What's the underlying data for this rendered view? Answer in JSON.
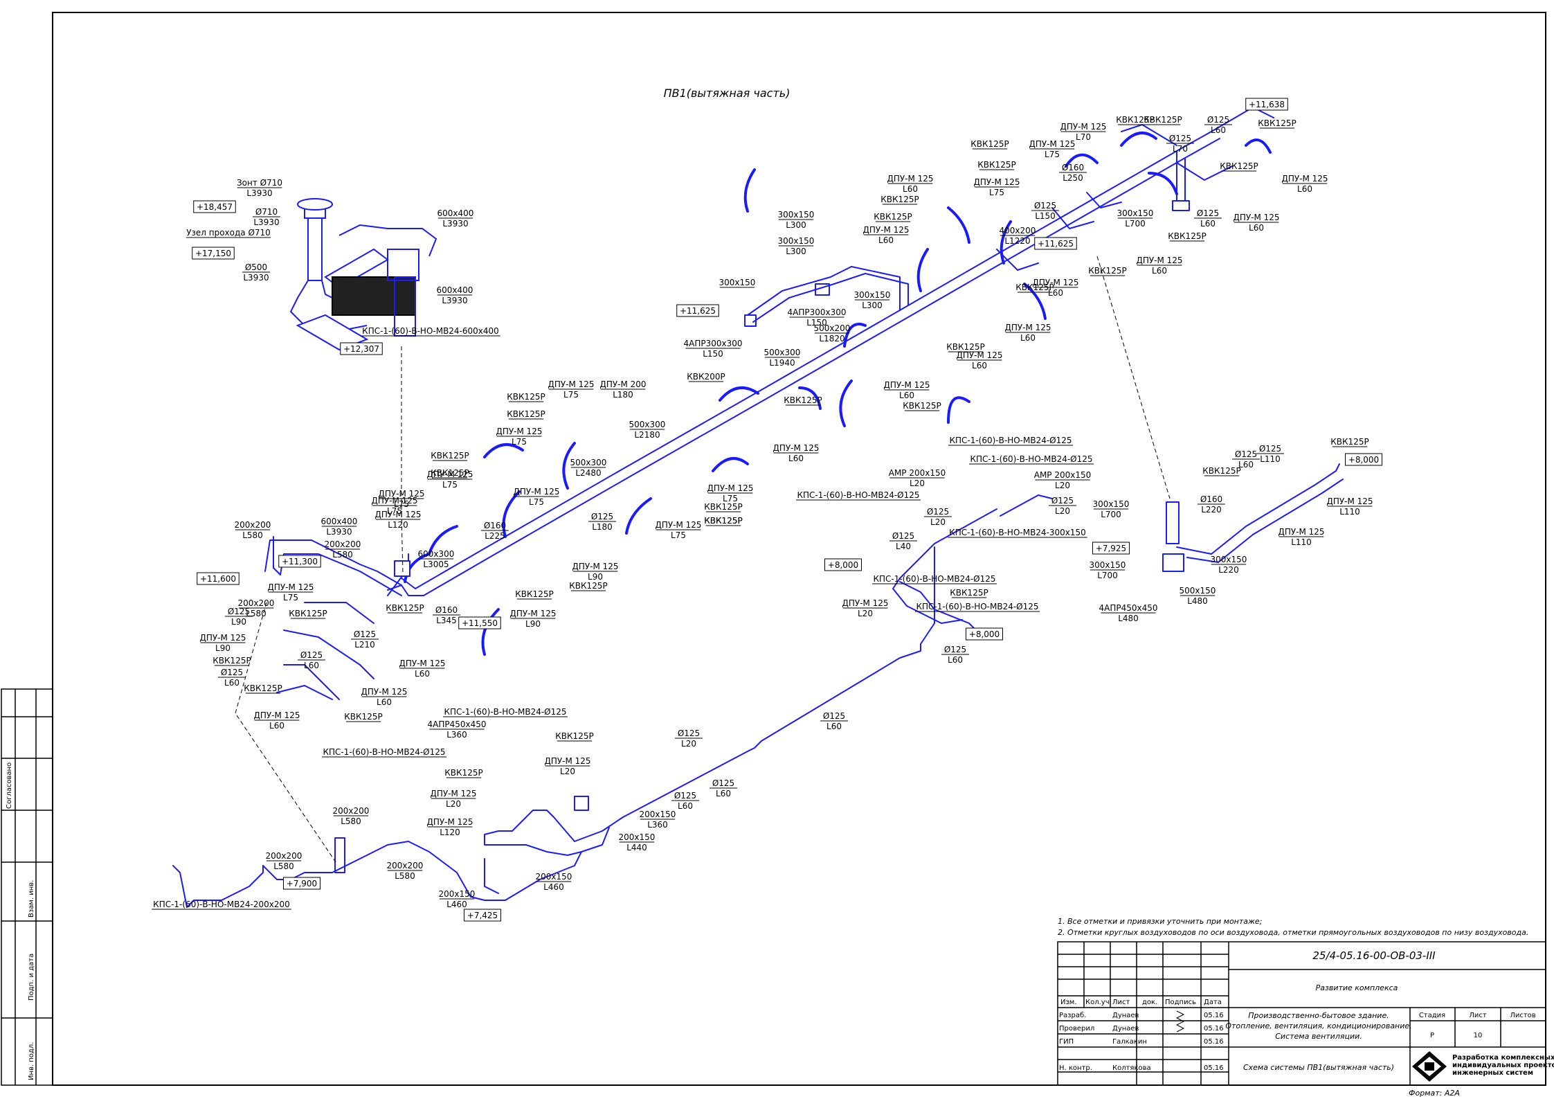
{
  "drawing": {
    "title": "ПВ1(вытяжная часть)",
    "notes": [
      "1. Все отметки и привязки уточнить при монтаже;",
      "2. Отметки круглых воздуховодов по оси воздуховода, отметки прямоугольных воздуховодов по низу воздуховода."
    ],
    "format": "Формат: А2А",
    "colors": {
      "duct": "#1a1aff",
      "line": "#000000"
    }
  },
  "side_stamp": [
    "Согласовано",
    "Взам. инв.",
    "Подп. и дата",
    "Инв. подл."
  ],
  "elevations": [
    {
      "id": "e1",
      "text": "+18,457"
    },
    {
      "id": "e2",
      "text": "+17,150"
    },
    {
      "id": "e3",
      "text": "+12,307"
    },
    {
      "id": "e4",
      "text": "+11,625"
    },
    {
      "id": "e5",
      "text": "+11,638"
    },
    {
      "id": "e6",
      "text": "+11,625"
    },
    {
      "id": "e7",
      "text": "+11,600"
    },
    {
      "id": "e8",
      "text": "+11,300"
    },
    {
      "id": "e9",
      "text": "+11,550"
    },
    {
      "id": "e10",
      "text": "+8,000"
    },
    {
      "id": "e11",
      "text": "+8,000"
    },
    {
      "id": "e12",
      "text": "+8,000"
    },
    {
      "id": "e13",
      "text": "+7,925"
    },
    {
      "id": "e14",
      "text": "+7,900"
    },
    {
      "id": "e15",
      "text": "+7,425"
    }
  ],
  "labels": [
    {
      "id": "l1",
      "top": "Зонт Ø710",
      "bottom": "L3930"
    },
    {
      "id": "l2",
      "top": "Ø710",
      "bottom": "L3930"
    },
    {
      "id": "l3",
      "top": "600x400",
      "bottom": "L3930"
    },
    {
      "id": "l4",
      "top": "Узел прохода Ø710",
      "bottom": ""
    },
    {
      "id": "l5",
      "top": "Ø500",
      "bottom": "L3930"
    },
    {
      "id": "l6",
      "top": "600x400",
      "bottom": "L3930"
    },
    {
      "id": "l7",
      "top": "КПС-1-(60)-В-НО-МВ24-600x400",
      "bottom": ""
    },
    {
      "id": "l8",
      "top": "300x150",
      "bottom": "L300"
    },
    {
      "id": "l9",
      "top": "300x150",
      "bottom": "L300"
    },
    {
      "id": "l10",
      "top": "300x150",
      "bottom": ""
    },
    {
      "id": "l11",
      "top": "300x150",
      "bottom": "L300"
    },
    {
      "id": "l12",
      "top": "4АПР300x300",
      "bottom": "L150"
    },
    {
      "id": "l13",
      "top": "4АПР300x300",
      "bottom": "L150"
    },
    {
      "id": "l14",
      "top": "500x200",
      "bottom": "L1820"
    },
    {
      "id": "l15",
      "top": "500x300",
      "bottom": "L1940"
    },
    {
      "id": "l16",
      "top": "КВК125Р",
      "bottom": ""
    },
    {
      "id": "l17",
      "top": "ДПУ-М 125",
      "bottom": "L75"
    },
    {
      "id": "l18",
      "top": "ДПУ-М 125",
      "bottom": "L70"
    },
    {
      "id": "l19",
      "top": "КВК125Р",
      "bottom": ""
    },
    {
      "id": "l20",
      "top": "Ø125",
      "bottom": "L60"
    },
    {
      "id": "l21",
      "top": "КВК125Р",
      "bottom": ""
    },
    {
      "id": "l22",
      "top": "Ø125",
      "bottom": "L70"
    },
    {
      "id": "l23",
      "top": "КВК125Р",
      "bottom": ""
    },
    {
      "id": "l24",
      "top": "Ø160",
      "bottom": "L250"
    },
    {
      "id": "l25",
      "top": "ДПУ-М 125",
      "bottom": "L60"
    },
    {
      "id": "l26",
      "top": "КВК125Р",
      "bottom": ""
    },
    {
      "id": "l27",
      "top": "ДПУ-М 125",
      "bottom": "L75"
    },
    {
      "id": "l28",
      "top": "Ø125",
      "bottom": "L150"
    },
    {
      "id": "l29",
      "top": "ДПУ-М 125",
      "bottom": "L60"
    },
    {
      "id": "l30",
      "top": "КВК125Р",
      "bottom": ""
    },
    {
      "id": "l31",
      "top": "400x200",
      "bottom": "L1220"
    },
    {
      "id": "l32",
      "top": "300x150",
      "bottom": "L700"
    },
    {
      "id": "l33",
      "top": "Ø125",
      "bottom": "L60"
    },
    {
      "id": "l34",
      "top": "КВК125Р",
      "bottom": ""
    },
    {
      "id": "l35",
      "top": "ДПУ-М 125",
      "bottom": "L60"
    },
    {
      "id": "l36",
      "top": "ДПУ-М 125",
      "bottom": "L60"
    },
    {
      "id": "l37",
      "top": "КВК125Р",
      "bottom": ""
    },
    {
      "id": "l38",
      "top": "ДПУ-М 125",
      "bottom": "L60"
    },
    {
      "id": "l39",
      "top": "КВК125Р",
      "bottom": ""
    },
    {
      "id": "l40",
      "top": "КВК125Р",
      "bottom": ""
    },
    {
      "id": "l41",
      "top": "ДПУ-М 125",
      "bottom": "L60"
    },
    {
      "id": "l42",
      "top": "ДПУ-М 125",
      "bottom": "L60"
    },
    {
      "id": "l43",
      "top": "КВК125Р",
      "bottom": ""
    },
    {
      "id": "l44",
      "top": "КВК125Р",
      "bottom": ""
    },
    {
      "id": "l45",
      "top": "ДПУ-М 125",
      "bottom": "L60"
    },
    {
      "id": "l46",
      "top": "ДПУ-М 125",
      "bottom": "L60"
    },
    {
      "id": "l47",
      "top": "КВК125Р",
      "bottom": ""
    },
    {
      "id": "l48",
      "top": "ДПУ-М 125",
      "bottom": "L75"
    },
    {
      "id": "l49",
      "top": "ДПУ-М 200",
      "bottom": "L180"
    },
    {
      "id": "l50",
      "top": "КВК200Р",
      "bottom": ""
    },
    {
      "id": "l51",
      "top": "КВК125Р",
      "bottom": ""
    },
    {
      "id": "l52",
      "top": "КВК125Р",
      "bottom": ""
    },
    {
      "id": "l53",
      "top": "ДПУ-М 125",
      "bottom": "L75"
    },
    {
      "id": "l54",
      "top": "500x300",
      "bottom": "L2180"
    },
    {
      "id": "l55",
      "top": "КВК125Р",
      "bottom": ""
    },
    {
      "id": "l56",
      "top": "ДПУ-М 125",
      "bottom": "L60"
    },
    {
      "id": "l57",
      "top": "500x300",
      "bottom": "L2480"
    },
    {
      "id": "l58",
      "top": "ДПУ-М 125",
      "bottom": "L75"
    },
    {
      "id": "l59",
      "top": "КВК125Р",
      "bottom": ""
    },
    {
      "id": "l60",
      "top": "ДПУ-М 125",
      "bottom": "L75"
    },
    {
      "id": "l61",
      "top": "КВК125Р",
      "bottom": ""
    },
    {
      "id": "l62",
      "top": "КВК125Р",
      "bottom": ""
    },
    {
      "id": "l63",
      "top": "ДПУ-М 125",
      "bottom": "L75"
    },
    {
      "id": "l64",
      "top": "ДПУ-М 125",
      "bottom": "L75"
    },
    {
      "id": "l65",
      "top": "ДПУ-М 125",
      "bottom": "L120"
    },
    {
      "id": "l66",
      "top": "Ø160",
      "bottom": "L225"
    },
    {
      "id": "l67",
      "top": "Ø125",
      "bottom": "L180"
    },
    {
      "id": "l68",
      "top": "ДПУ-М 125",
      "bottom": "L75"
    },
    {
      "id": "l69",
      "top": "КВК125Р",
      "bottom": ""
    },
    {
      "id": "l70",
      "top": "КВК125Р",
      "bottom": ""
    },
    {
      "id": "l71",
      "top": "ДПУ-М 125",
      "bottom": "L75"
    },
    {
      "id": "l72",
      "top": "600x400",
      "bottom": "L3930"
    },
    {
      "id": "l73",
      "top": "600x300",
      "bottom": "L3005"
    },
    {
      "id": "l74",
      "top": "200x200",
      "bottom": "L580"
    },
    {
      "id": "l75",
      "top": "200x200",
      "bottom": "L580"
    },
    {
      "id": "l76",
      "top": "ДПУ-М 125",
      "bottom": "L90"
    },
    {
      "id": "l77",
      "top": "КВК125Р",
      "bottom": ""
    },
    {
      "id": "l78",
      "top": "КВК125Р",
      "bottom": ""
    },
    {
      "id": "l79",
      "top": "ДПУ-М 125",
      "bottom": "L90"
    },
    {
      "id": "l80",
      "top": "Ø160",
      "bottom": "L345"
    },
    {
      "id": "l81",
      "top": "ДПУ-М 125",
      "bottom": "L75"
    },
    {
      "id": "l82",
      "top": "КВК125Р",
      "bottom": ""
    },
    {
      "id": "l83",
      "top": "Ø125",
      "bottom": "L90"
    },
    {
      "id": "l84",
      "top": "ДПУ-М 125",
      "bottom": "L90"
    },
    {
      "id": "l85",
      "top": "КВК125Р",
      "bottom": ""
    },
    {
      "id": "l86",
      "top": "Ø125",
      "bottom": "L60"
    },
    {
      "id": "l87",
      "top": "КВК125Р",
      "bottom": ""
    },
    {
      "id": "l88",
      "top": "ДПУ-М 125",
      "bottom": "L60"
    },
    {
      "id": "l89",
      "top": "Ø125",
      "bottom": "L210"
    },
    {
      "id": "l90",
      "top": "Ø125",
      "bottom": "L60"
    },
    {
      "id": "l91",
      "top": "ДПУ-М 125",
      "bottom": "L60"
    },
    {
      "id": "l92",
      "top": "ДПУ-М 125",
      "bottom": "L60"
    },
    {
      "id": "l93",
      "top": "КВК125Р",
      "bottom": ""
    },
    {
      "id": "l94",
      "top": "КВК125Р",
      "bottom": ""
    },
    {
      "id": "l95",
      "top": "200x200",
      "bottom": "L580"
    },
    {
      "id": "l96",
      "top": "КПС-1-(60)-В-НО-МВ24-Ø125",
      "bottom": ""
    },
    {
      "id": "l97",
      "top": "КПС-1-(60)-В-НО-МВ24-Ø125",
      "bottom": ""
    },
    {
      "id": "l98",
      "top": "АМР 200x150",
      "bottom": "L20"
    },
    {
      "id": "l99",
      "top": "АМР 200x150",
      "bottom": "L20"
    },
    {
      "id": "l100",
      "top": "КПС-1-(60)-В-НО-МВ24-Ø125",
      "bottom": ""
    },
    {
      "id": "l101",
      "top": "Ø125",
      "bottom": "L20"
    },
    {
      "id": "l102",
      "top": "Ø125",
      "bottom": "L20"
    },
    {
      "id": "l103",
      "top": "Ø125",
      "bottom": "L40"
    },
    {
      "id": "l104",
      "top": "КПС-1-(60)-В-НО-МВ24-300x150",
      "bottom": ""
    },
    {
      "id": "l105",
      "top": "300x150",
      "bottom": "L700"
    },
    {
      "id": "l106",
      "top": "300x150",
      "bottom": "L700"
    },
    {
      "id": "l107",
      "top": "КПС-1-(60)-В-НО-МВ24-Ø125",
      "bottom": ""
    },
    {
      "id": "l108",
      "top": "ДПУ-М 125",
      "bottom": "L20"
    },
    {
      "id": "l109",
      "top": "КВК125Р",
      "bottom": ""
    },
    {
      "id": "l110",
      "top": "КПС-1-(60)-В-НО-МВ24-Ø125",
      "bottom": ""
    },
    {
      "id": "l111",
      "top": "Ø125",
      "bottom": "L60"
    },
    {
      "id": "l112",
      "top": "Ø125",
      "bottom": "L60"
    },
    {
      "id": "l113",
      "top": "Ø125",
      "bottom": "L110"
    },
    {
      "id": "l114",
      "top": "КВК125Р",
      "bottom": ""
    },
    {
      "id": "l115",
      "top": "КВК125Р",
      "bottom": ""
    },
    {
      "id": "l116",
      "top": "Ø160",
      "bottom": "L220"
    },
    {
      "id": "l117",
      "top": "ДПУ-М 125",
      "bottom": "L110"
    },
    {
      "id": "l118",
      "top": "ДПУ-М 125",
      "bottom": "L110"
    },
    {
      "id": "l119",
      "top": "300x150",
      "bottom": "L220"
    },
    {
      "id": "l120",
      "top": "500x150",
      "bottom": "L480"
    },
    {
      "id": "l121",
      "top": "4АПР450x450",
      "bottom": "L480"
    },
    {
      "id": "l122",
      "top": "КПС-1-(60)-В-НО-МВ24-Ø125",
      "bottom": ""
    },
    {
      "id": "l123",
      "top": "4АПР450x450",
      "bottom": "L360"
    },
    {
      "id": "l124",
      "top": "КПС-1-(60)-В-НО-МВ24-Ø125",
      "bottom": ""
    },
    {
      "id": "l125",
      "top": "КВК125Р",
      "bottom": ""
    },
    {
      "id": "l126",
      "top": "Ø125",
      "bottom": "L20"
    },
    {
      "id": "l127",
      "top": "ДПУ-М 125",
      "bottom": "L20"
    },
    {
      "id": "l128",
      "top": "КВК125Р",
      "bottom": ""
    },
    {
      "id": "l129",
      "top": "Ø125",
      "bottom": "L60"
    },
    {
      "id": "l130",
      "top": "Ø125",
      "bottom": "L60"
    },
    {
      "id": "l131",
      "top": "ДПУ-М 125",
      "bottom": "L20"
    },
    {
      "id": "l132",
      "top": "200x150",
      "bottom": "L360"
    },
    {
      "id": "l133",
      "top": "ДПУ-М 125",
      "bottom": "L120"
    },
    {
      "id": "l134",
      "top": "200x150",
      "bottom": "L440"
    },
    {
      "id": "l135",
      "top": "200x200",
      "bottom": "L580"
    },
    {
      "id": "l136",
      "top": "200x200",
      "bottom": "L580"
    },
    {
      "id": "l137",
      "top": "200x200",
      "bottom": "L580"
    },
    {
      "id": "l138",
      "top": "200x150",
      "bottom": "L460"
    },
    {
      "id": "l139",
      "top": "200x150",
      "bottom": "L460"
    },
    {
      "id": "l140",
      "top": "КПС-1-(60)-В-НО-МВ24-200x200",
      "bottom": ""
    },
    {
      "id": "l141",
      "top": "Ø125",
      "bottom": "L60"
    }
  ],
  "title_block": {
    "doc_code": "25/4-05.16-00-ОВ-03-III",
    "project": "Развитие комплекса",
    "header": [
      "Изм.",
      "Кол.уч",
      "Лист",
      "док.",
      "Подпись",
      "Дата"
    ],
    "rows": [
      {
        "role": "Разраб.",
        "name": "Дунаев",
        "date": "05.16"
      },
      {
        "role": "Проверил",
        "name": "Дунаев",
        "date": "05.16"
      },
      {
        "role": "ГИП",
        "name": "Галкакин",
        "date": "05.16"
      },
      {
        "role": "Н. контр.",
        "name": "Колтякова",
        "date": "05.16"
      }
    ],
    "building": [
      "Производственно-бытовое здание.",
      "Отопление, вентиляция, кондиционирование.",
      "Система вентиляции."
    ],
    "sheet_title": "Схема системы ПВ1(вытяжная часть)",
    "stage_header": [
      "Стадия",
      "Лист",
      "Листов"
    ],
    "stage": "Р",
    "sheet": "10",
    "sheets": "",
    "company": [
      "Разработка комплексных",
      "индивидуальных проектов",
      "инженерных систем"
    ]
  }
}
